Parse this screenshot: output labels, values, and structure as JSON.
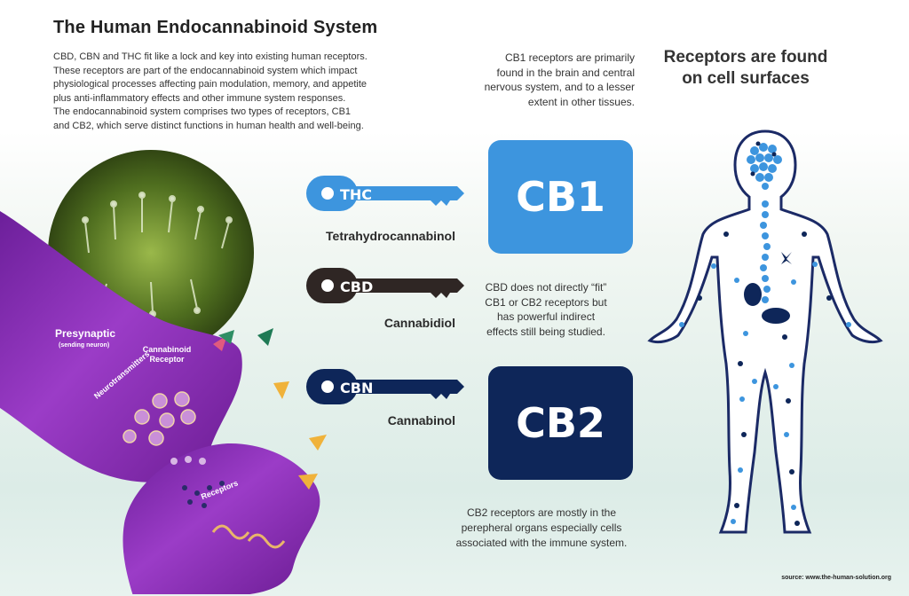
{
  "header": {
    "title": "The Human Endocannabinoid System",
    "intro_lines": [
      "CBD, CBN and THC fit like a lock and key into existing human receptors.",
      "These receptors are part of the endocannabinoid system which impact",
      "physiological processes affecting pain modulation, memory, and appetite",
      "plus anti-inflammatory effects and other immune system responses.",
      "The endocannabinoid system comprises two types of receptors, CB1",
      "and CB2, which serve distinct functions in human health and well-being."
    ]
  },
  "cb1_note_lines": [
    "CB1 receptors are primarily",
    "found in the brain and central",
    "nervous system, and to a lesser",
    "extent in other tissues."
  ],
  "receptors_heading_lines": [
    "Receptors are found",
    "on cell surfaces"
  ],
  "keys": [
    {
      "abbr": "THC",
      "name": "Tetrahydrocannabinol",
      "color": "#3d95de"
    },
    {
      "abbr": "CBD",
      "name": "Cannabidiol",
      "color": "#2f2624"
    },
    {
      "abbr": "CBN",
      "name": "Cannabinol",
      "color": "#0e2659"
    }
  ],
  "receptor_boxes": {
    "cb1": {
      "label": "CB1",
      "color": "#3d95de"
    },
    "cb2": {
      "label": "CB2",
      "color": "#0e2659"
    }
  },
  "cbd_note_lines": [
    "CBD does not directly “fit”",
    "CB1 or CB2 receptors but",
    "has powerful indirect",
    "effects still being studied."
  ],
  "cb2_note_lines": [
    "CB2 receptors are mostly in the",
    "perepheral organs especially cells",
    "associated with the immune system."
  ],
  "neuron": {
    "presynaptic": "Presynaptic",
    "sending": "(sending neuron)",
    "cannabinoid_receptor_lines": [
      "Cannabinoid",
      "Receptor"
    ],
    "neurotransmitters": "Neurotransmitters",
    "receptors": "Receptors",
    "color": "#8a2bb5"
  },
  "source": "source: www.the-human-solution.org"
}
